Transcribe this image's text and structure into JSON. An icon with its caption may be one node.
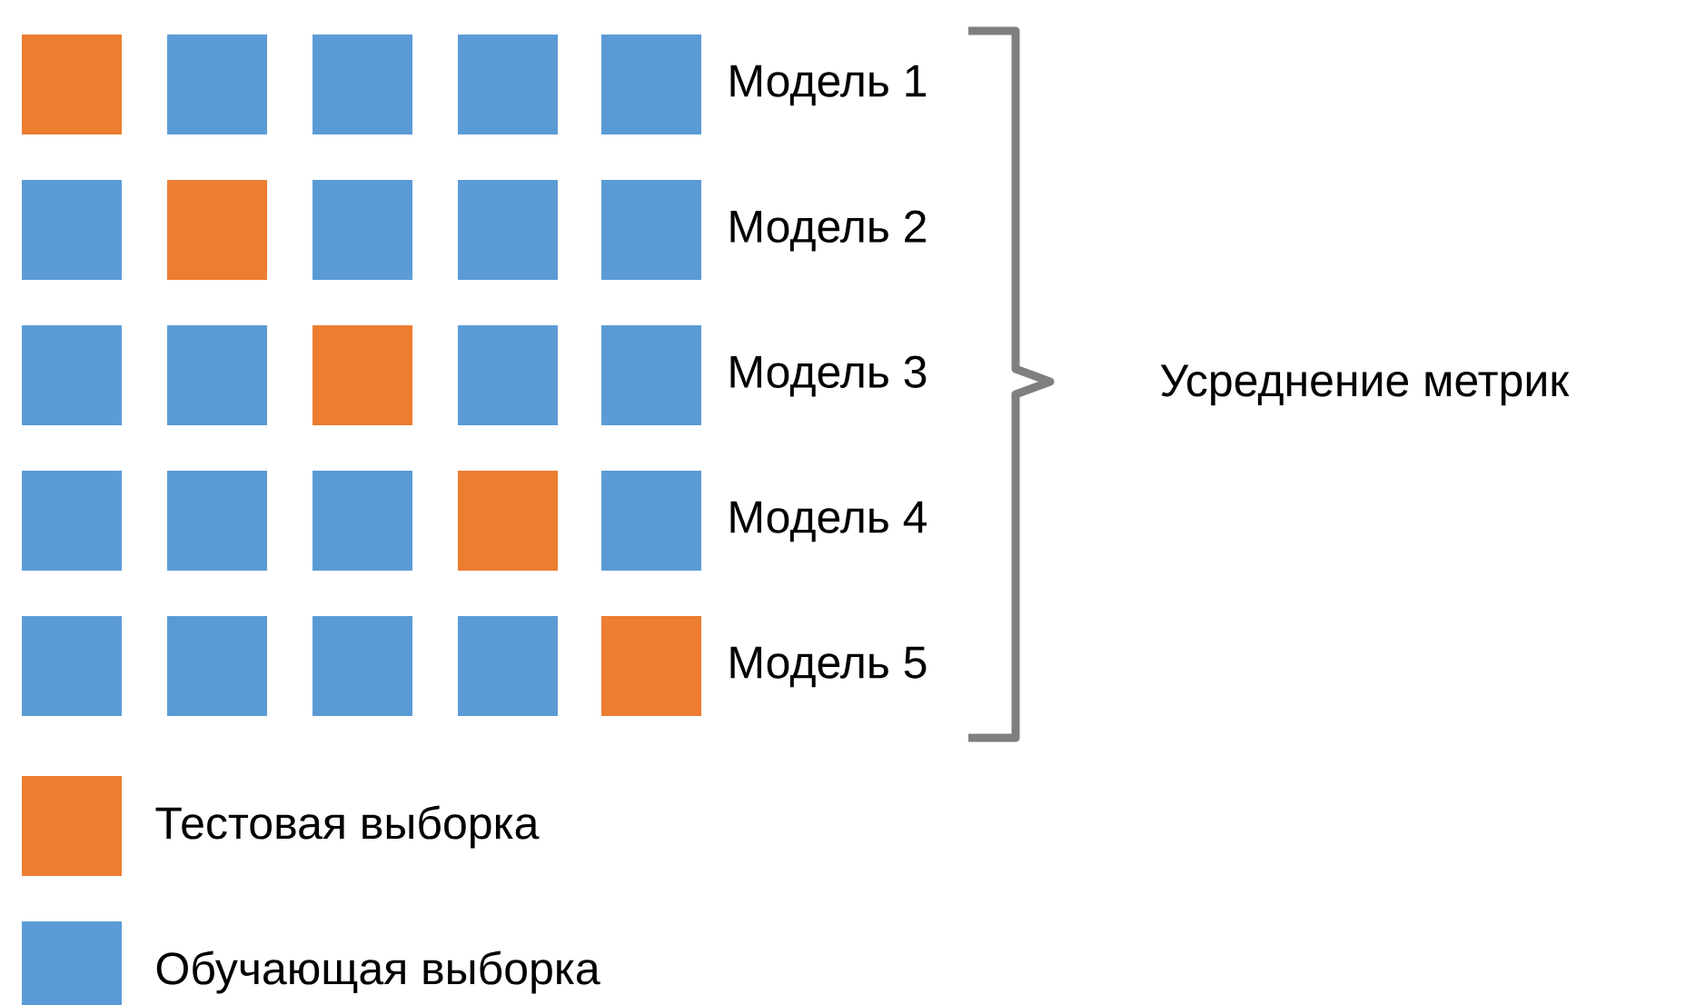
{
  "diagram": {
    "labels": [
      "Модель 1",
      "Модель 2",
      "Модель 3",
      "Модель 4",
      "Модель 5",
      "Усреднение метрик"
    ],
    "legend": [
      {
        "text": "Тестовая выборка",
        "color": "#ed7d31"
      },
      {
        "text": "Обучающая выборка",
        "color": "#5b9bd5"
      }
    ]
  }
}
